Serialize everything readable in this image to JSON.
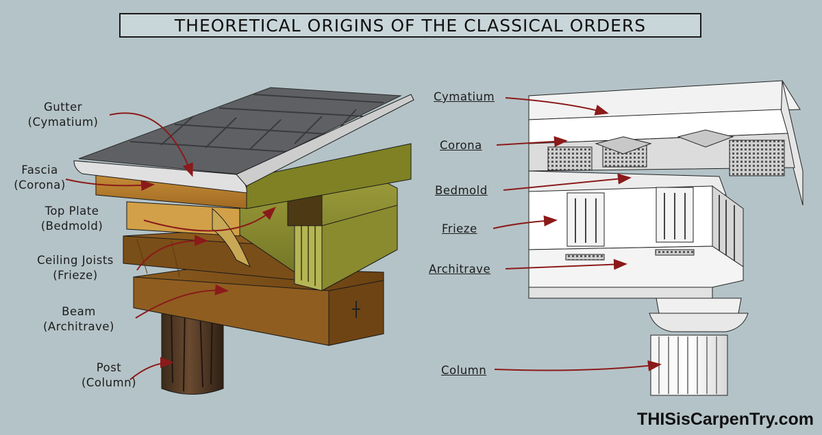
{
  "title": "THEORETICAL ORIGINS OF THE CLASSICAL ORDERS",
  "left_labels": [
    {
      "line1": "Gutter",
      "line2": "(Cymatium)"
    },
    {
      "line1": "Fascia",
      "line2": "(Corona)"
    },
    {
      "line1": "Top Plate",
      "line2": "(Bedmold)"
    },
    {
      "line1": "Ceiling Joists",
      "line2": "(Frieze)"
    },
    {
      "line1": "Beam",
      "line2": "(Architrave)"
    },
    {
      "line1": "Post",
      "line2": "(Column)"
    }
  ],
  "right_labels": [
    "Cymatium",
    "Corona",
    "Bedmold",
    "Frieze",
    "Architrave",
    "Column"
  ],
  "brand": "THISisCarpenTry.com",
  "colors": {
    "background": "#b4c3c7",
    "arrow": "#8b1a1a",
    "wood": "#b07a2a",
    "roof_slate": "#5e6064"
  }
}
